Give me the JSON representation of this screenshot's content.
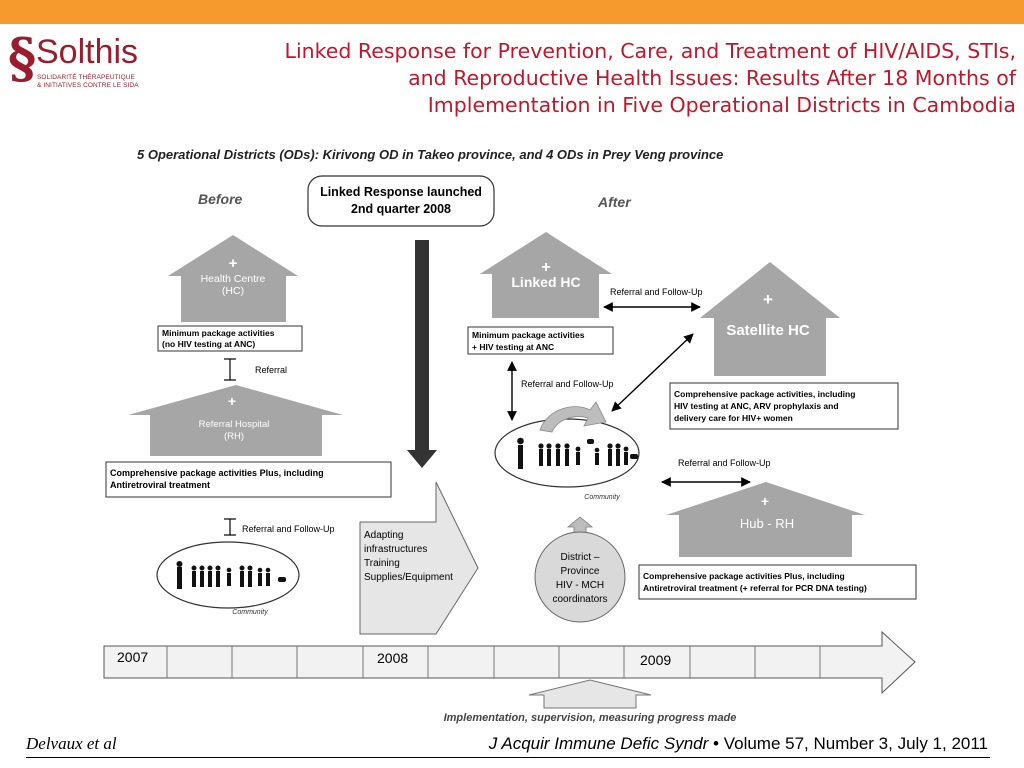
{
  "header": {
    "logo": {
      "name": "Solthis",
      "tagline_1": "SOLIDARITÉ THÉRAPEUTIQUE",
      "tagline_2": "& INITIATIVES CONTRE LE SIDA"
    },
    "title_lines": [
      "Linked Response for Prevention, Care, and Treatment of HIV/AIDS, STIs,",
      "and Reproductive Health Issues: Results After 18 Months of",
      "Implementation in Five Operational Districts in Cambodia"
    ]
  },
  "diagram": {
    "heading": "5 Operational Districts (ODs): Kirivong OD in Takeo province, and 4 ODs  in Prey Veng province",
    "before_label": "Before",
    "after_label": "After",
    "launch_line1": "Linked Response launched",
    "launch_line2": "2nd quarter 2008",
    "plus": "+",
    "health_centre_line1": "Health Centre",
    "health_centre_line2": "(HC)",
    "min_pkg_before_line1": "Minimum package activities",
    "min_pkg_before_line2": "(no HIV testing at ANC)",
    "referral": "Referral",
    "referral_hospital_line1": "Referral Hospital",
    "referral_hospital_line2": "(RH)",
    "comp_pkg_before_line1": "Comprehensive package activities Plus, including",
    "comp_pkg_before_line2": "Antiretroviral treatment",
    "referral_followup": "Referral and Follow-Up",
    "community": "Community",
    "adapting_lines": [
      "Adapting",
      "infrastructures",
      "Training",
      "Supplies/Equipment"
    ],
    "linked_hc": "Linked HC",
    "min_pkg_after_line1": "Minimum package activities",
    "min_pkg_after_line2": "+ HIV testing at ANC",
    "satellite_hc": "Satellite HC",
    "comp_pkg_sat_lines": [
      "Comprehensive package activities, including",
      "HIV testing at ANC, ARV prophylaxis and",
      "delivery care for HIV+ women"
    ],
    "hub_rh": "Hub - RH",
    "comp_pkg_hub_line1": "Comprehensive package activities Plus, including",
    "comp_pkg_hub_line2": "Antiretroviral treatment (+ referral for PCR DNA testing)",
    "district_lines": [
      "District –",
      "Province",
      "HIV - MCH",
      "coordinators"
    ],
    "timeline": {
      "y2007": "2007",
      "y2008": "2008",
      "y2009": "2009"
    },
    "implementation": "Implementation, supervision, measuring progress made"
  },
  "footer": {
    "author": "Delvaux et al",
    "journal": "J Acquir Immune Defic Syndr",
    "bullet": "•",
    "volume": "Volume 57, Number 3, July 1, 2011"
  },
  "colors": {
    "top_bar": "#f79a2e",
    "title_red": "#c0172a",
    "logo_red": "#9b1c2c",
    "house_gray": "#a6a6a6"
  }
}
